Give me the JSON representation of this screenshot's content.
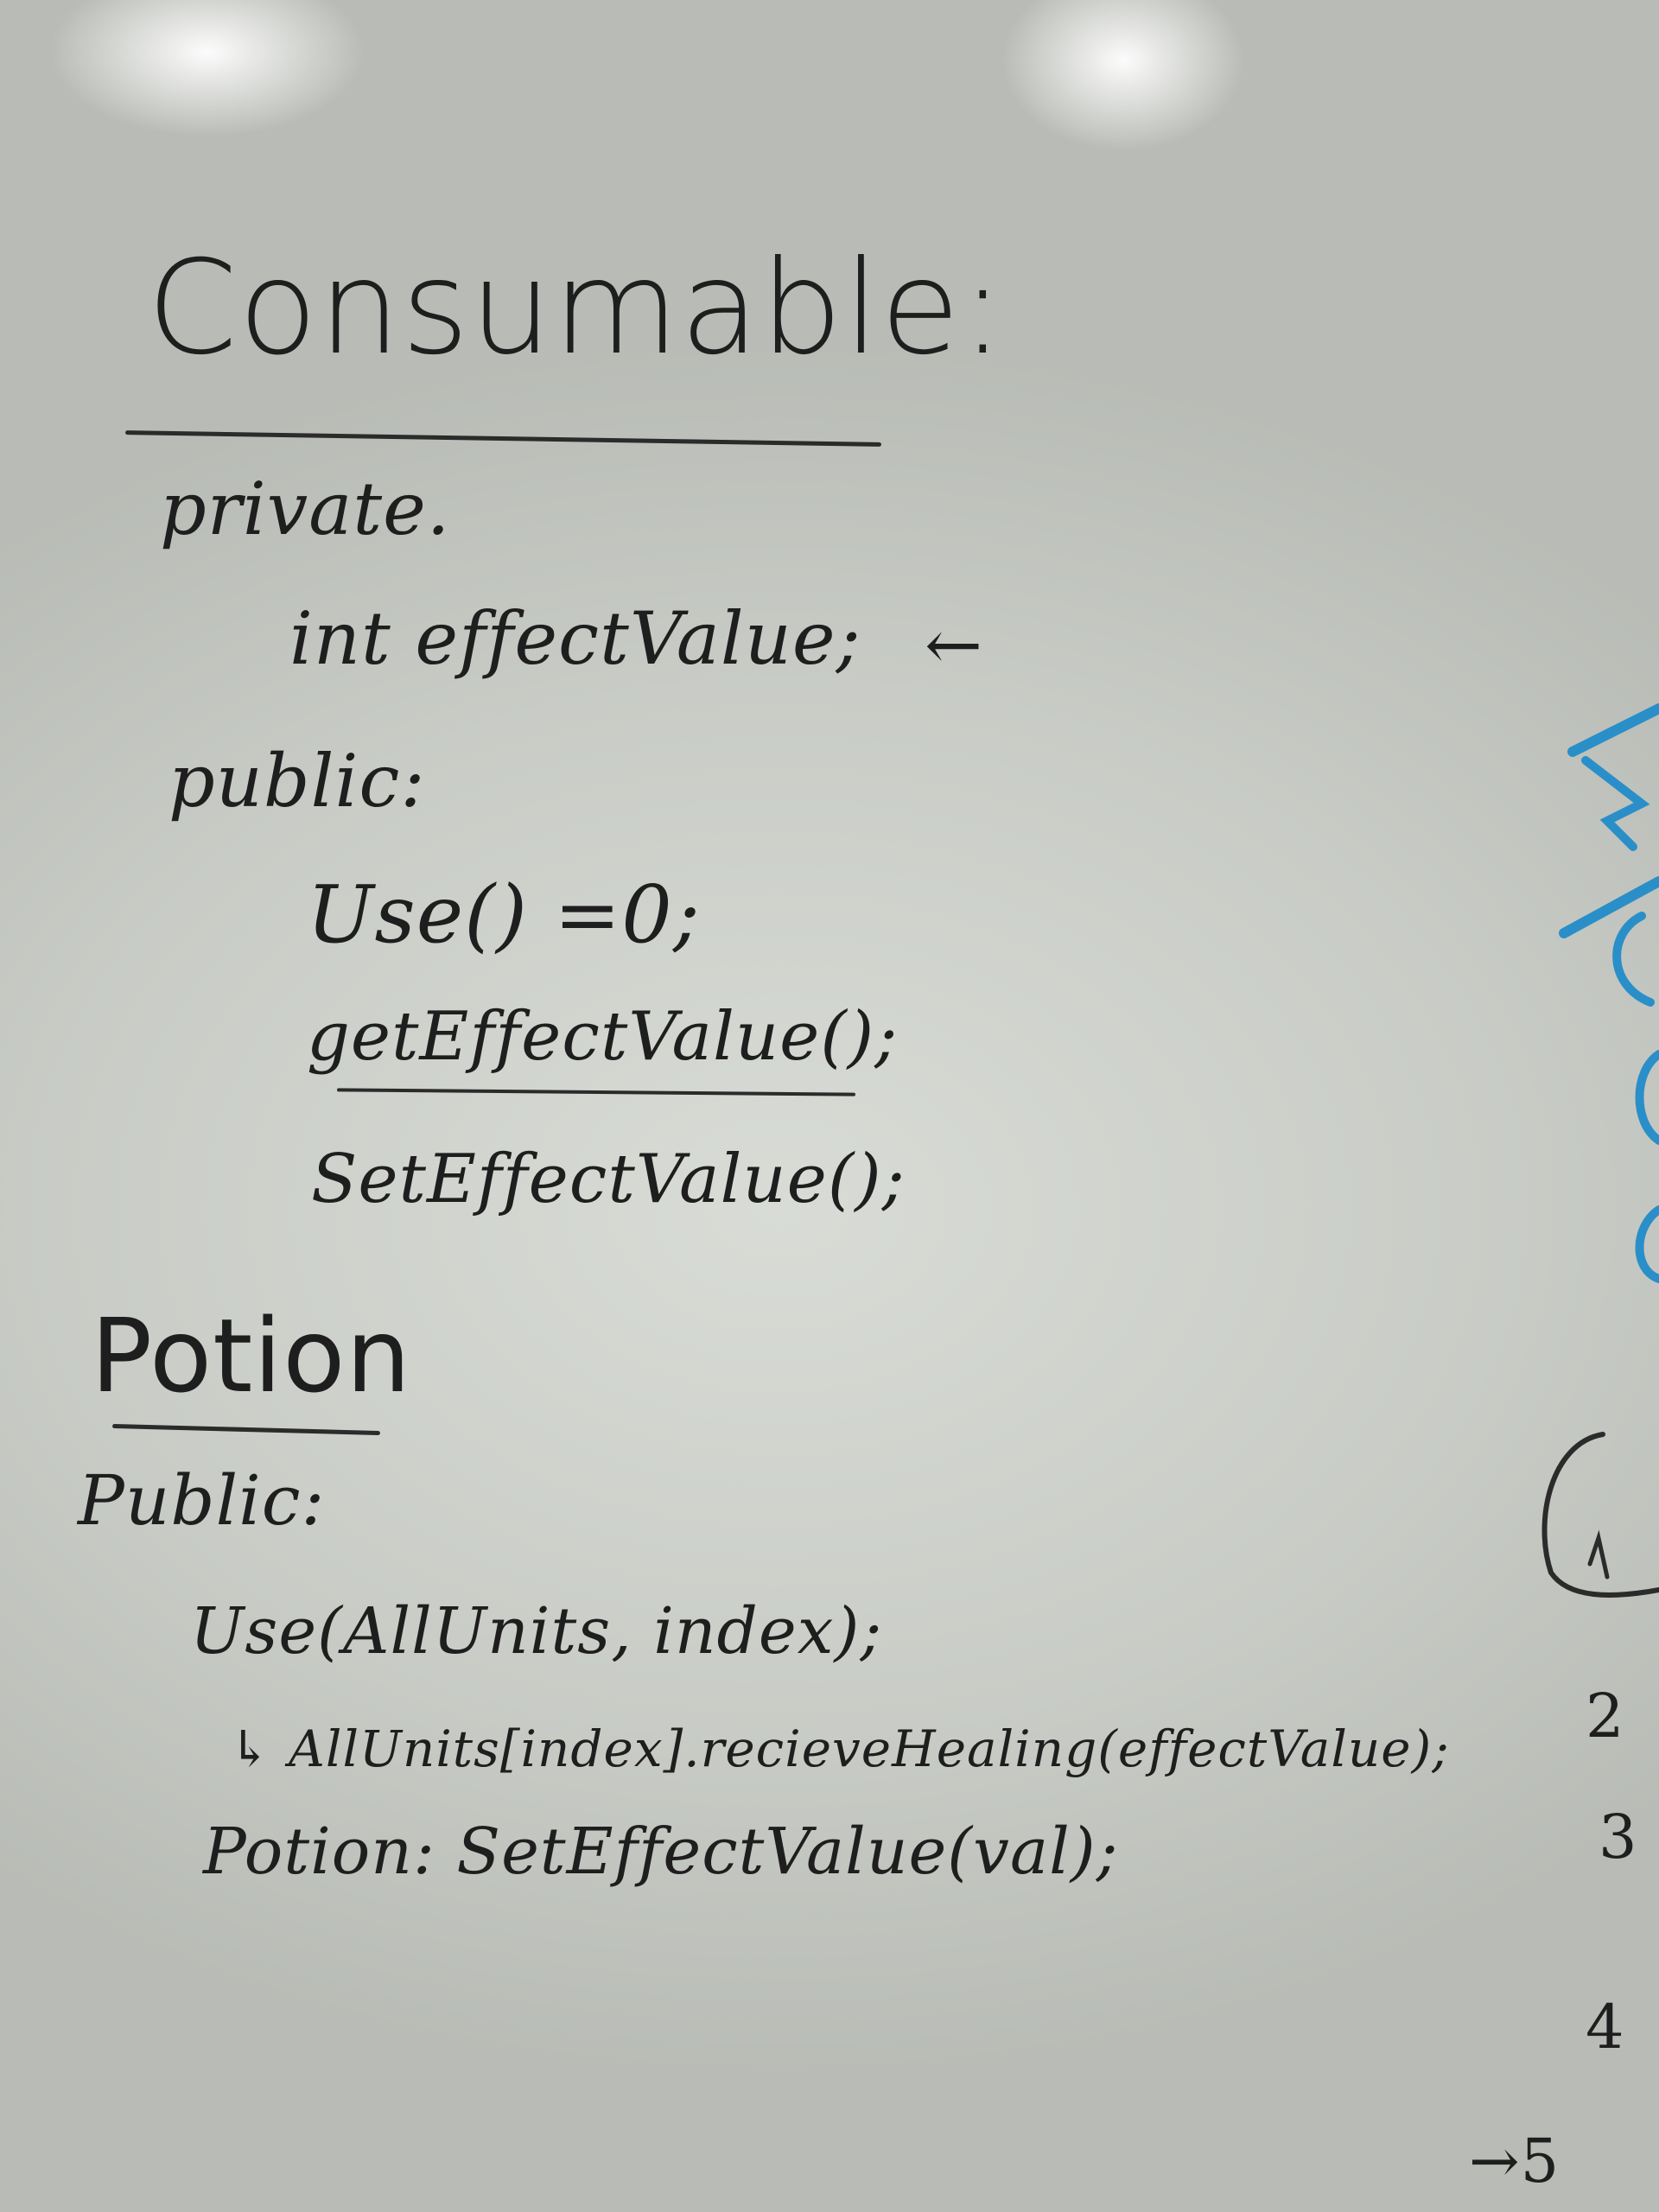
{
  "consumable": {
    "title": "Consumable:",
    "private_label": "private.",
    "field": "int effectValue;",
    "arrow": "←",
    "public_label": "public:",
    "methods": [
      "Use() =0;",
      "getEffectValue();",
      "SetEffectValue();"
    ]
  },
  "potion": {
    "title": "Potion",
    "public_label": "Public:",
    "lines": [
      "Use(AllUnits, index);",
      "↳ AllUnits[index].recieveHealing(effectValue);",
      "Potion: SetEffectValue(val);"
    ]
  },
  "margin_numbers": [
    "2",
    "3",
    "4",
    "→5"
  ],
  "colors": {
    "ink": "#1e1e1e",
    "blue_marker": "#2a8fc8"
  }
}
